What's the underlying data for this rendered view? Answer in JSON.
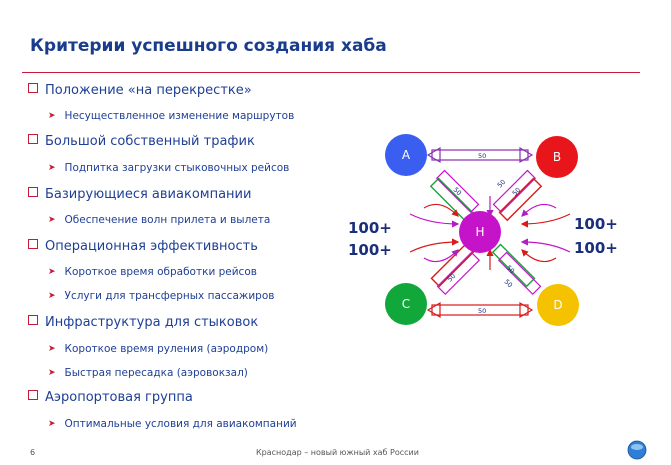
{
  "title": "Критерии успешного создания хаба",
  "bullets": [
    {
      "text": "Положение «на перекрестке»",
      "subs": [
        "Несуществленное изменение маршрутов"
      ]
    },
    {
      "text": "Большой собственный трафик",
      "subs": [
        "Подпитка загрузки стыковочных рейсов"
      ]
    },
    {
      "text": "Базирующиеся авиакомпании",
      "subs": [
        "Обеспечение волн прилета и вылета"
      ]
    },
    {
      "text": "Операционная эффективность",
      "subs": [
        "Короткое время обработки рейсов",
        "Услуги для трансферных пассажиров"
      ]
    },
    {
      "text": "Инфраструктура для стыковок",
      "subs": [
        "Короткое время руления (аэродром)",
        "Быстрая пересадка (аэровокзал)"
      ]
    },
    {
      "text": "Аэропортовая группа",
      "subs": [
        "Оптимальные условия для авиакомпаний"
      ]
    }
  ],
  "diagram": {
    "nodes": [
      {
        "id": "A",
        "label": "A",
        "color": "#3a5ff0"
      },
      {
        "id": "B",
        "label": "B",
        "color": "#e8151b"
      },
      {
        "id": "C",
        "label": "C",
        "color": "#11a73a"
      },
      {
        "id": "D",
        "label": "D",
        "color": "#f5c200"
      },
      {
        "id": "H",
        "label": "H",
        "color": "#c513c9"
      }
    ],
    "link_label": "50",
    "frequency_left": [
      "100+",
      "100+"
    ],
    "frequency_right": [
      "100+",
      "100+"
    ]
  },
  "footer": {
    "page_number": "6",
    "text": "Краснодар – новый южный хаб России"
  },
  "colors": {
    "title": "#1a3c8c",
    "accent": "#c51a3c",
    "text": "#1f3f96"
  }
}
